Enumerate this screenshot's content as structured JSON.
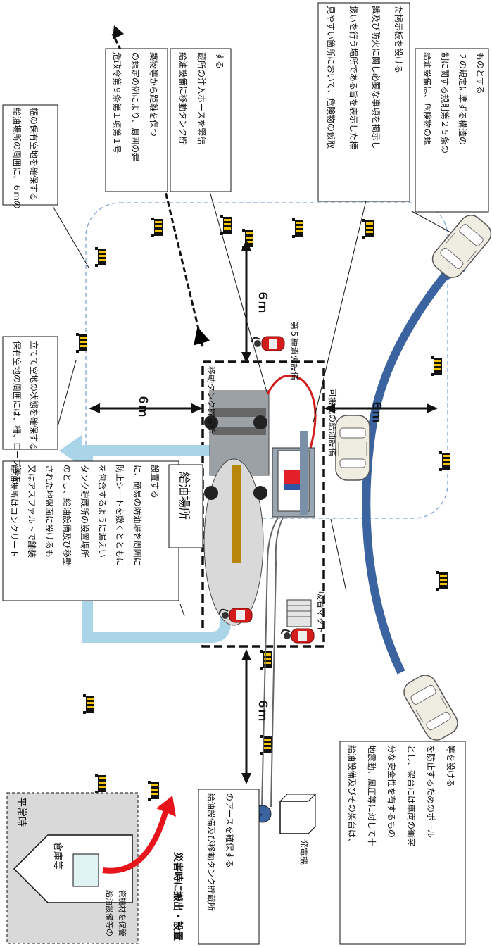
{
  "notes": {
    "fuel_area_ground": [
      "給油場所はコンクリート",
      "又はアスファルトで舗装",
      "された地盤面に設けるも",
      "のとし、給油設備及び移動",
      "タンク貯蔵所の設置場所",
      "を包含するように漏えい",
      "防止シートを敷くとともに",
      "に、簡易の防油堤を周囲に",
      "設置する"
    ],
    "open_space_6m": [
      "給油場所の周囲に、６ｍの",
      "幅の保有空地を確保する"
    ],
    "rope_fence": [
      "保有空地の周囲には、柵、ロープ等を",
      "立てて空地の状態を確保する"
    ],
    "distance_rule": [
      "危政令第９条第１項第１号",
      "の規定の例により、周囲の建",
      "築物等から距離を保つ"
    ],
    "hose_connect": [
      "給油設備に移動タンク貯",
      "蔵所の注入ホースを緊結",
      "する"
    ],
    "sign_board": [
      "見やすい箇所において、危険物の仮取",
      "扱いを行う場所である旨を表示した標",
      "識及び防火に関し必要な事項を掲示し",
      "た掲示板を設ける"
    ],
    "structure_rule": [
      "給油設備は、危険物の規",
      "制に関する規則第２５条の",
      "２の規定に準ずる構造の",
      "ものとする"
    ],
    "earth_ground": [
      "給油設備及び移動タンク貯蔵所",
      "のアースを確保する"
    ],
    "pole_rule": [
      "給油設備及びその架台は、",
      "地震動、風圧等に対して十",
      "分な安全性を有するもの",
      "とし、架台には車両の衝突",
      "を防止するためのポール",
      "等を設ける"
    ]
  },
  "normal_time": {
    "title": "平常時",
    "warehouse": "倉庫等",
    "caption": [
      "給油設備等の",
      "資機材を保管"
    ]
  },
  "disaster_label": "災害時に搬出・設置",
  "labels": {
    "fuel_site": "給油場所",
    "mobile_tank": "移動タンク貯蔵所",
    "portable_pump": "可搬式の給油設備",
    "extinguisher": "第５種消火設備",
    "absorbent_mat": "吸着マット",
    "generator": "発電機",
    "dist_top": "６ｍ",
    "dist_left": "６ｍ",
    "dist_right": "６ｍ",
    "dist_bottom": "６ｍ"
  },
  "colors": {
    "disaster": "#e8141b",
    "car_arrow": "#3a63a0",
    "light_arrow": "#aad4e8",
    "boundary": "#7ea6d4"
  }
}
